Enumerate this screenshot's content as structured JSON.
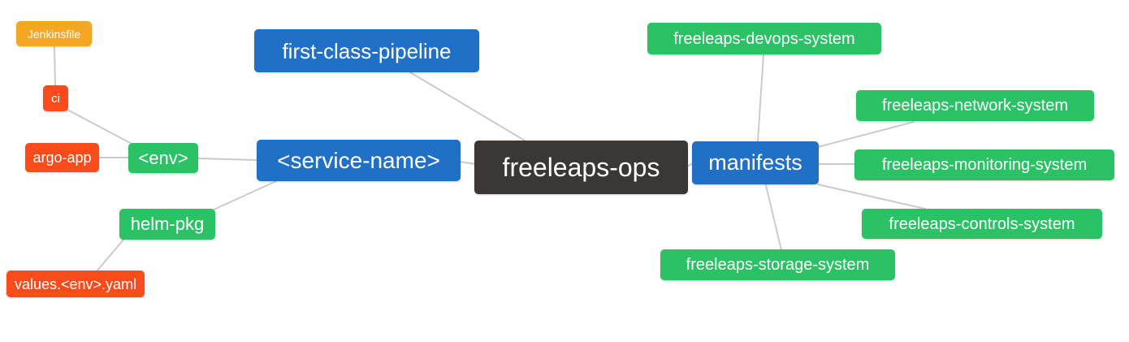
{
  "diagram": {
    "type": "mindmap",
    "root_label": "freeleaps-ops",
    "colors": {
      "orange": "#f5a623",
      "red": "#f94b1b",
      "green": "#2bc266",
      "blue": "#2170c7",
      "dark": "#3b3734",
      "edge": "#cbcbcb",
      "text": "#ffffff",
      "background": "#ffffff"
    },
    "nodes": [
      {
        "id": "jenkinsfile",
        "label": "Jenkinsfile",
        "color": "orange",
        "parent": "ci"
      },
      {
        "id": "ci",
        "label": "ci",
        "color": "red",
        "parent": "env"
      },
      {
        "id": "argo-app",
        "label": "argo-app",
        "color": "red",
        "parent": "env"
      },
      {
        "id": "env",
        "label": "<env>",
        "color": "green",
        "parent": "service-name"
      },
      {
        "id": "helm-pkg",
        "label": "helm-pkg",
        "color": "green",
        "parent": "service-name"
      },
      {
        "id": "values-env-yaml",
        "label": "values.<env>.yaml",
        "color": "red",
        "parent": "helm-pkg"
      },
      {
        "id": "first-class-pipeline",
        "label": "first-class-pipeline",
        "color": "blue",
        "parent": "freeleaps-ops"
      },
      {
        "id": "service-name",
        "label": "<service-name>",
        "color": "blue",
        "parent": "freeleaps-ops"
      },
      {
        "id": "freeleaps-ops",
        "label": "freeleaps-ops",
        "color": "dark",
        "parent": null
      },
      {
        "id": "manifests",
        "label": "manifests",
        "color": "blue",
        "parent": "freeleaps-ops"
      },
      {
        "id": "devops-system",
        "label": "freeleaps-devops-system",
        "color": "green",
        "parent": "manifests"
      },
      {
        "id": "network-system",
        "label": "freeleaps-network-system",
        "color": "green",
        "parent": "manifests"
      },
      {
        "id": "monitoring-system",
        "label": "freeleaps-monitoring-system",
        "color": "green",
        "parent": "manifests"
      },
      {
        "id": "controls-system",
        "label": "freeleaps-controls-system",
        "color": "green",
        "parent": "manifests"
      },
      {
        "id": "storage-system",
        "label": "freeleaps-storage-system",
        "color": "green",
        "parent": "manifests"
      }
    ],
    "edges": [
      [
        "jenkinsfile",
        "ci"
      ],
      [
        "ci",
        "env"
      ],
      [
        "argo-app",
        "env"
      ],
      [
        "env",
        "service-name"
      ],
      [
        "service-name",
        "helm-pkg"
      ],
      [
        "helm-pkg",
        "values-env-yaml"
      ],
      [
        "first-class-pipeline",
        "freeleaps-ops"
      ],
      [
        "service-name",
        "freeleaps-ops"
      ],
      [
        "freeleaps-ops",
        "manifests"
      ],
      [
        "manifests",
        "devops-system"
      ],
      [
        "manifests",
        "network-system"
      ],
      [
        "manifests",
        "monitoring-system"
      ],
      [
        "manifests",
        "controls-system"
      ],
      [
        "manifests",
        "storage-system"
      ]
    ]
  }
}
